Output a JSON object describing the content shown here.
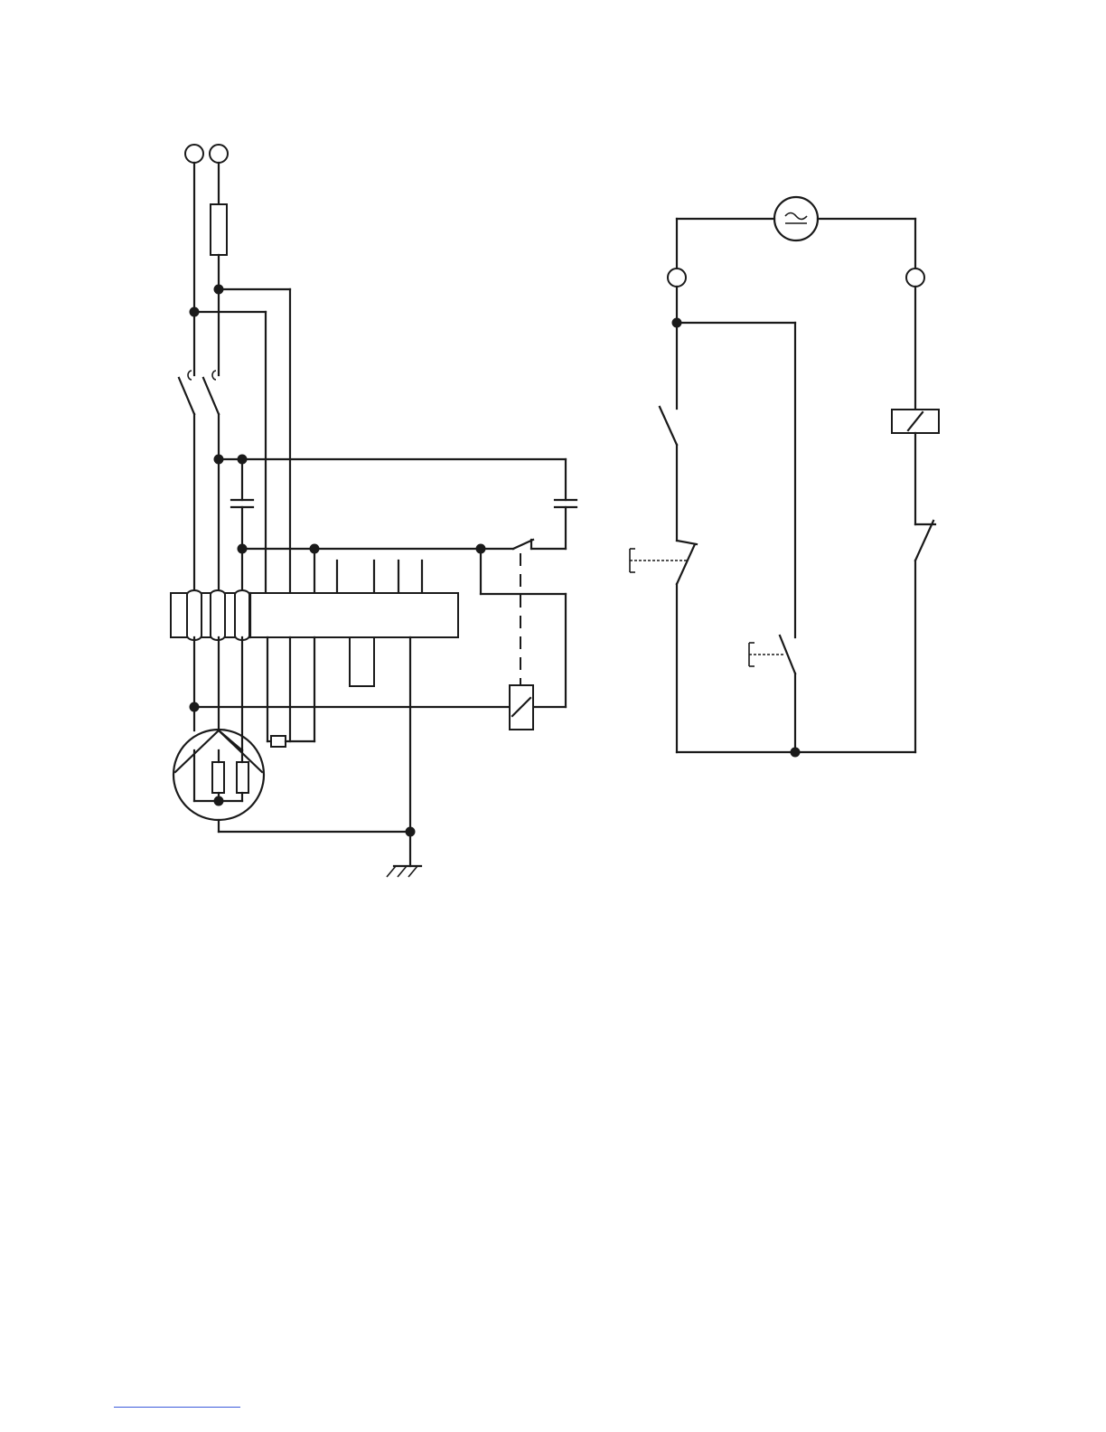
{
  "diagram": {
    "kind": "electrical-schematic",
    "panels": [
      "left-motor-circuit",
      "right-control-circuit"
    ],
    "symbols": {
      "ac_source": "ac-source-icon",
      "ground": "ground-icon",
      "relay_coil": "relay-coil-icon",
      "capacitor": "capacitor-icon",
      "fuse": "fuse-icon",
      "motor": "motor-icon",
      "pushbutton": "pushbutton-icon"
    }
  },
  "colors": {
    "line": "#1a1a1a",
    "background": "#ffffff",
    "footer_rule": "#3b5bdb"
  }
}
